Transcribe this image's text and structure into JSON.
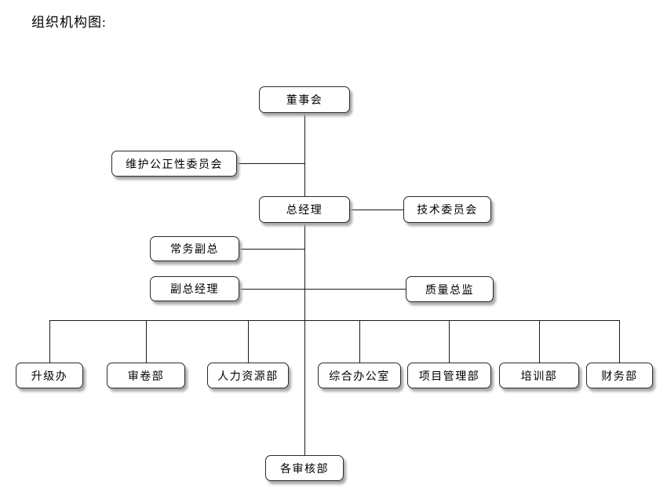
{
  "title": "组织机构图:",
  "chart": {
    "board": {
      "label": "董事会"
    },
    "impartiality_committee": {
      "label": "维护公正性委员会"
    },
    "general_manager": {
      "label": "总经理"
    },
    "technical_committee": {
      "label": "技术委员会"
    },
    "executive_deputy_gm": {
      "label": "常务副总"
    },
    "deputy_general_manager": {
      "label": "副总经理"
    },
    "quality_director": {
      "label": "质量总监"
    },
    "departments": [
      {
        "label": "升级办"
      },
      {
        "label": "审卷部"
      },
      {
        "label": "人力资源部"
      },
      {
        "label": "综合办公室"
      },
      {
        "label": "项目管理部"
      },
      {
        "label": "培训部"
      },
      {
        "label": "财务部"
      }
    ],
    "audit_departments": {
      "label": "各审核部"
    }
  },
  "colors": {
    "background": "#ffffff",
    "box_fill": "#ffffff",
    "box_border": "#2a2a2a",
    "line": "#1a1a1a",
    "text": "#000000",
    "shadow": "#a8a8a8"
  }
}
